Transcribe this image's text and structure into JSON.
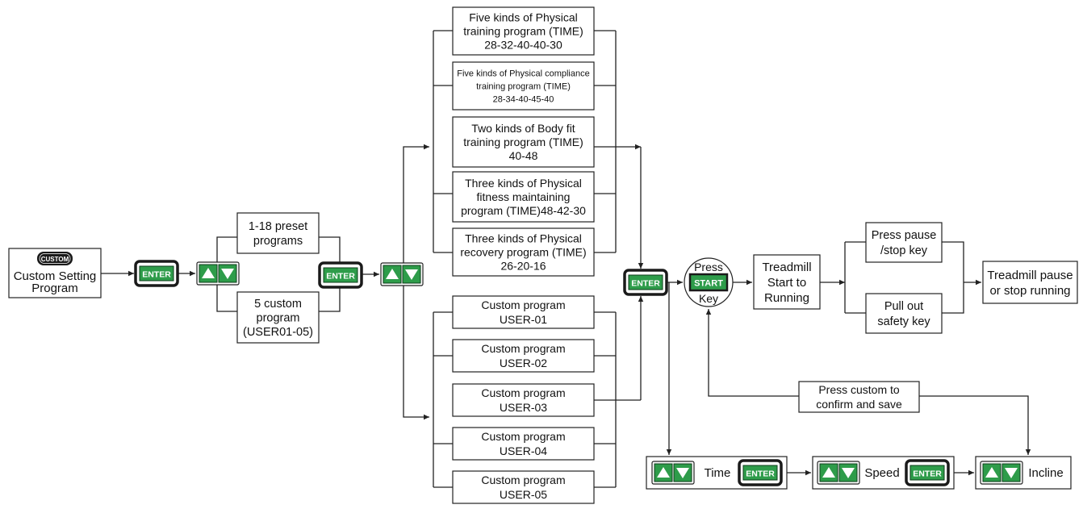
{
  "colors": {
    "key_green": "#2e9c4a",
    "key_dark": "#1a1a1a",
    "line": "#222222"
  },
  "custom_key": {
    "label": "CUSTOM"
  },
  "enter_key": {
    "label": "ENTER"
  },
  "start_key": {
    "label": "START"
  },
  "nodes": {
    "custom_setting": [
      "Custom Setting",
      "Program"
    ],
    "preset_programs": [
      "1-18 preset",
      "programs"
    ],
    "custom_programs": [
      "5 custom",
      "program",
      "(USER01-05)"
    ],
    "physical_training": [
      "Five kinds of Physical",
      "training program (TIME)",
      "28-32-40-40-30"
    ],
    "compliance_training": [
      "Five kinds of Physical compliance",
      "training program (TIME)",
      "28-34-40-45-40"
    ],
    "body_fit": [
      "Two kinds of Body fit",
      "training program (TIME)",
      "40-48"
    ],
    "fitness_maintaining": [
      "Three kinds of Physical",
      "fitness maintaining",
      "program (TIME)48-42-30"
    ],
    "recovery": [
      "Three kinds of Physical",
      "recovery program (TIME)",
      "26-20-16"
    ],
    "user01": [
      "Custom  program",
      "USER-01"
    ],
    "user02": [
      "Custom  program",
      "USER-02"
    ],
    "user03": [
      "Custom  program",
      "USER-03"
    ],
    "user04": [
      "Custom  program",
      "USER-04"
    ],
    "user05": [
      "Custom  program",
      "USER-05"
    ],
    "press_start": {
      "top": "Press",
      "bottom": "Key"
    },
    "treadmill_start": [
      "Treadmill",
      "Start to",
      "Running"
    ],
    "pause_stop": [
      "Press pause",
      "/stop key"
    ],
    "safety_key": [
      "Pull out",
      "safety key"
    ],
    "treadmill_pause": [
      "Treadmill pause",
      "or stop running"
    ],
    "confirm_save": [
      "Press custom to",
      "confirm  and  save"
    ],
    "time_label": "Time",
    "speed_label": "Speed",
    "incline_label": "Incline"
  }
}
